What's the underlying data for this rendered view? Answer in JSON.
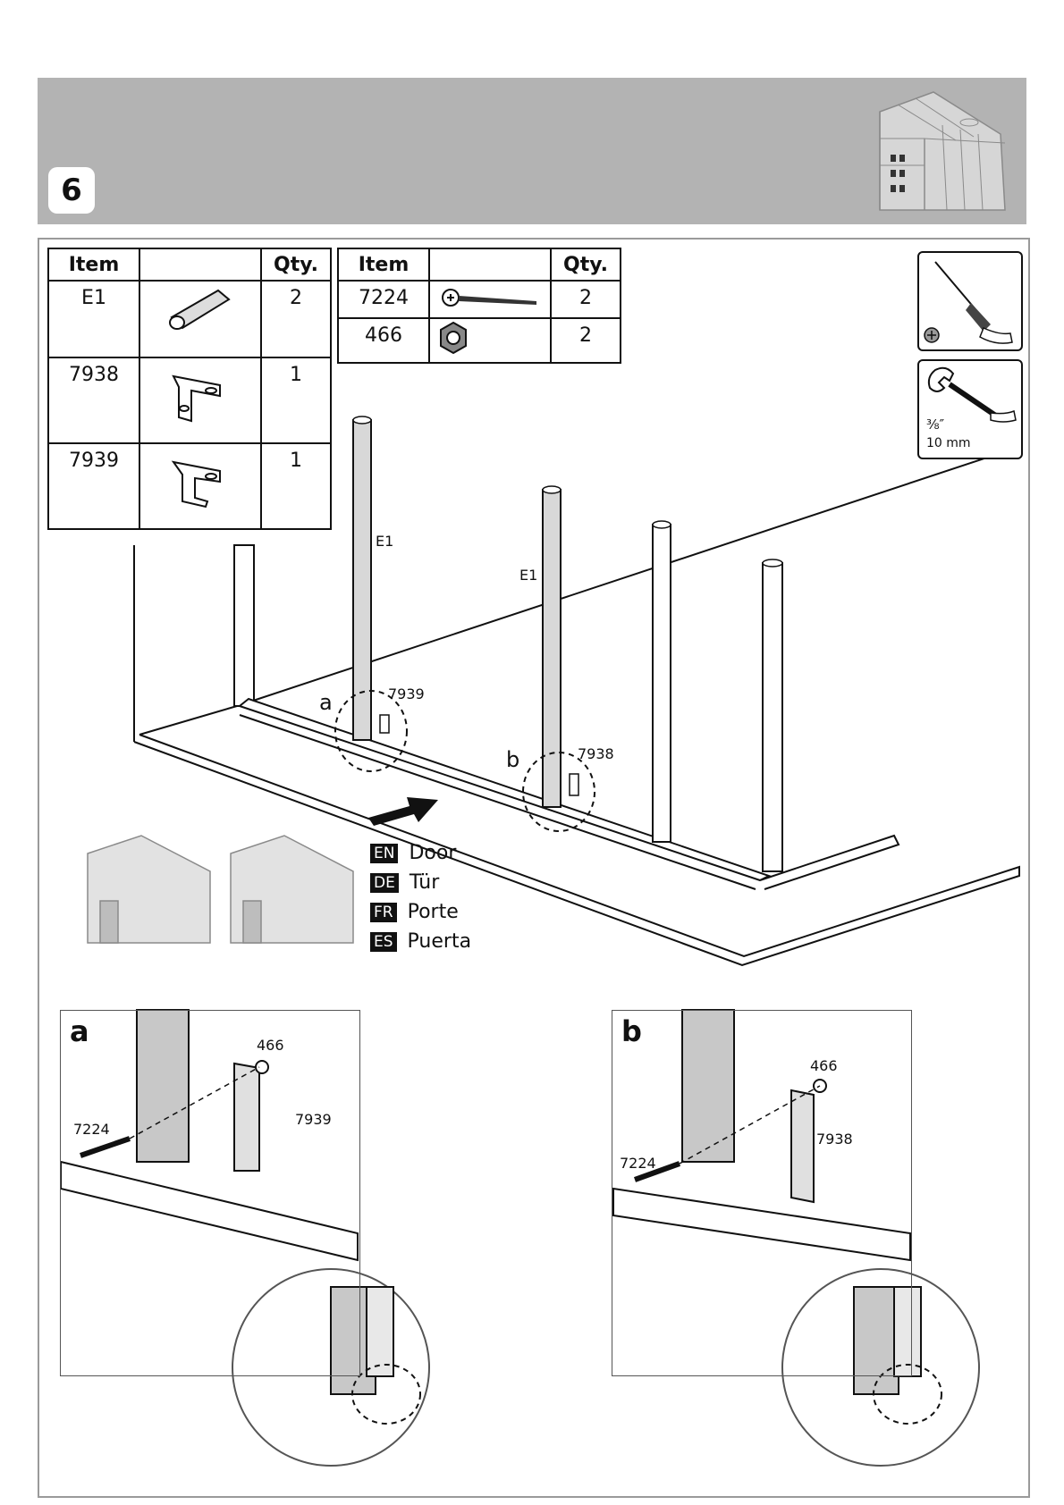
{
  "step": {
    "number": "6"
  },
  "parts_table_1": {
    "headers": [
      "Item",
      "",
      "Qty."
    ],
    "rows": [
      {
        "item": "E1",
        "qty": "2",
        "icon": "profile-icon"
      },
      {
        "item": "7938",
        "qty": "1",
        "icon": "bracket-7938-icon"
      },
      {
        "item": "7939",
        "qty": "1",
        "icon": "bracket-7939-icon"
      }
    ]
  },
  "parts_table_2": {
    "headers": [
      "Item",
      "",
      "Qty."
    ],
    "rows": [
      {
        "item": "7224",
        "qty": "2",
        "icon": "screw-icon"
      },
      {
        "item": "466",
        "qty": "2",
        "icon": "nut-icon"
      }
    ]
  },
  "tools": {
    "screwdriver": {
      "icon": "phillips-screwdriver-icon"
    },
    "wrench": {
      "icon": "wrench-icon",
      "size_imperial": "⅜″",
      "size_metric": "10 mm"
    }
  },
  "main_labels": {
    "e1_left": "E1",
    "e1_right": "E1",
    "callout_a": "a",
    "callout_b": "b",
    "part_7939": "7939",
    "part_7938": "7938"
  },
  "legend": [
    {
      "code": "EN",
      "word": "Door"
    },
    {
      "code": "DE",
      "word": "Tür"
    },
    {
      "code": "FR",
      "word": "Porte"
    },
    {
      "code": "ES",
      "word": "Puerta"
    }
  ],
  "detail_a": {
    "letter": "a",
    "nut": "466",
    "bracket": "7939",
    "screw": "7224"
  },
  "detail_b": {
    "letter": "b",
    "nut": "466",
    "bracket": "7938",
    "screw": "7224"
  }
}
